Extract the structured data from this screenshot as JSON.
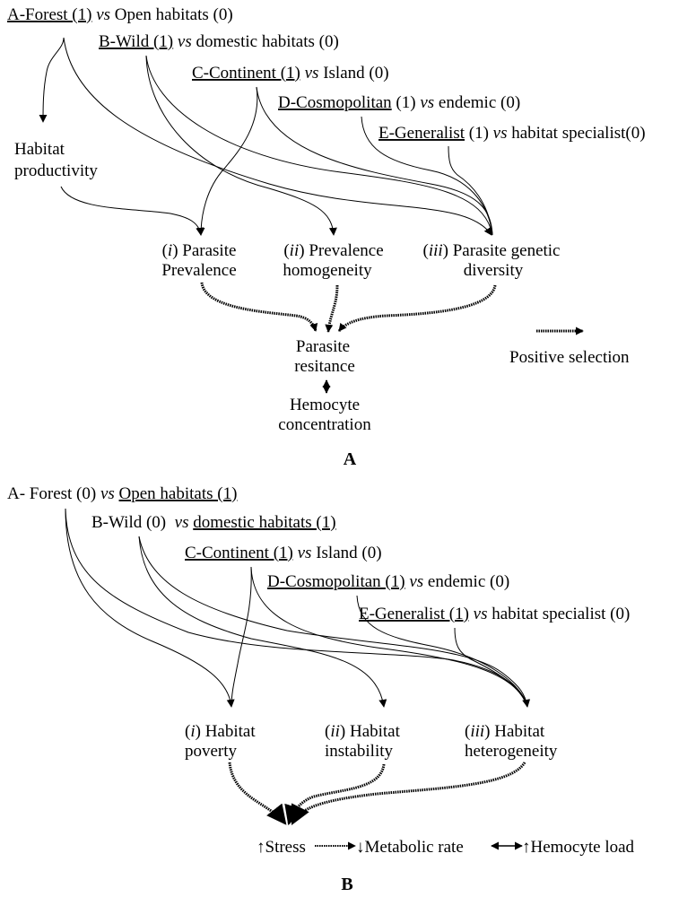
{
  "panel_a": {
    "label": "A",
    "factors": [
      {
        "id": "A",
        "parts": [
          {
            "text": "A-Forest (1)",
            "u": true
          },
          {
            "text": " "
          },
          {
            "text": "vs",
            "i": true
          },
          {
            "text": " Open habitats (0)"
          }
        ]
      },
      {
        "id": "B",
        "parts": [
          {
            "text": "B-Wild (1)",
            "u": true
          },
          {
            "text": " "
          },
          {
            "text": "vs",
            "i": true
          },
          {
            "text": " domestic habitats (0)"
          }
        ]
      },
      {
        "id": "C",
        "parts": [
          {
            "text": "C-Continent (1)",
            "u": true
          },
          {
            "text": " "
          },
          {
            "text": "vs",
            "i": true
          },
          {
            "text": " Island (0)"
          }
        ]
      },
      {
        "id": "D",
        "parts": [
          {
            "text": "D-Cosmopolitan",
            "u": true
          },
          {
            "text": " (1) "
          },
          {
            "text": "vs",
            "i": true
          },
          {
            "text": " endemic (0)"
          }
        ]
      },
      {
        "id": "E",
        "parts": [
          {
            "text": "E-Generalist",
            "u": true
          },
          {
            "text": " (1) "
          },
          {
            "text": "vs",
            "i": true
          },
          {
            "text": " habitat specialist(0)"
          }
        ]
      }
    ],
    "intermediate": [
      "Habitat",
      "productivity"
    ],
    "outcomes": [
      {
        "num": "i",
        "line1": " Parasite",
        "line2": "Prevalence"
      },
      {
        "num": "ii",
        "line1": " Prevalence",
        "line2": "homogeneity"
      },
      {
        "num": "iii",
        "line1": " Parasite genetic",
        "line2": "diversity"
      }
    ],
    "result": [
      "Parasite",
      "resitance"
    ],
    "result2": [
      "Hemocyte",
      "concentration"
    ],
    "legend": "Positive selection"
  },
  "panel_b": {
    "label": "B",
    "factors": [
      {
        "id": "A",
        "parts": [
          {
            "text": "A- Forest (0) "
          },
          {
            "text": "vs",
            "i": true
          },
          {
            "text": " "
          },
          {
            "text": "Open habitats (1)",
            "u": true
          }
        ]
      },
      {
        "id": "B",
        "parts": [
          {
            "text": "B-Wild (0)  "
          },
          {
            "text": "vs",
            "i": true
          },
          {
            "text": " "
          },
          {
            "text": "domestic habitats (1)",
            "u": true
          }
        ]
      },
      {
        "id": "C",
        "parts": [
          {
            "text": "C-Continent (1)",
            "u": true
          },
          {
            "text": " "
          },
          {
            "text": "vs",
            "i": true
          },
          {
            "text": " Island (0)"
          }
        ]
      },
      {
        "id": "D",
        "parts": [
          {
            "text": "D-Cosmopolitan (1)",
            "u": true
          },
          {
            "text": " "
          },
          {
            "text": "vs",
            "i": true
          },
          {
            "text": " endemic (0)"
          }
        ]
      },
      {
        "id": "E",
        "parts": [
          {
            "text": "E-Generalist (1)",
            "u": true
          },
          {
            "text": " "
          },
          {
            "text": "vs",
            "i": true
          },
          {
            "text": " habitat specialist (0)"
          }
        ]
      }
    ],
    "outcomes": [
      {
        "num": "i",
        "line1": " Habitat",
        "line2": "poverty"
      },
      {
        "num": "ii",
        "line1": " Habitat",
        "line2": "instability"
      },
      {
        "num": "iii",
        "line1": " Habitat",
        "line2": "heterogeneity"
      }
    ],
    "chain": {
      "stress": "↑Stress",
      "metabolic": "↓Metabolic rate",
      "hemocyte": "↑Hemocyte load"
    }
  }
}
